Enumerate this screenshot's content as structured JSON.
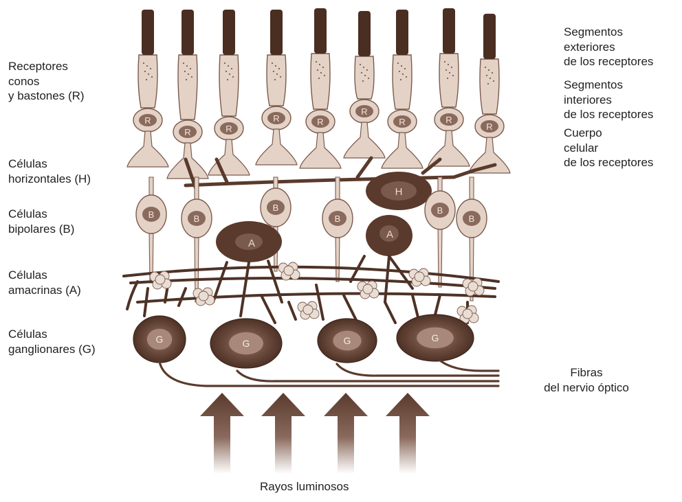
{
  "labels_left": {
    "receptores": [
      "Receptores",
      "conos",
      "y bastones (R)"
    ],
    "horizontales": [
      "Células",
      "horizontales (H)"
    ],
    "bipolares": [
      "Células",
      "bipolares (B)"
    ],
    "amacrinas": [
      "Células",
      "amacrinas (A)"
    ],
    "ganglionares": [
      "Células",
      "ganglionares (G)"
    ]
  },
  "labels_right": {
    "seg_exteriores": [
      "Segmentos",
      "exteriores",
      "de los receptores"
    ],
    "seg_interiores": [
      "Segmentos",
      "interiores",
      "de los receptores"
    ],
    "cuerpo": [
      "Cuerpo",
      "celular",
      "de los receptores"
    ],
    "fibras": [
      "Fibras",
      "del nervio óptico"
    ]
  },
  "rayos": "Rayos luminosos",
  "cell_letters": {
    "receptor": "R",
    "horizontal": "H",
    "bipolar": "B",
    "amacrine": "A",
    "ganglion": "G"
  },
  "colors": {
    "dark_cell": "#5a3a2c",
    "light_cell": "#e4d2c6",
    "cell_outline": "#7a5a4c",
    "outer_segment": "#4a2e22"
  }
}
